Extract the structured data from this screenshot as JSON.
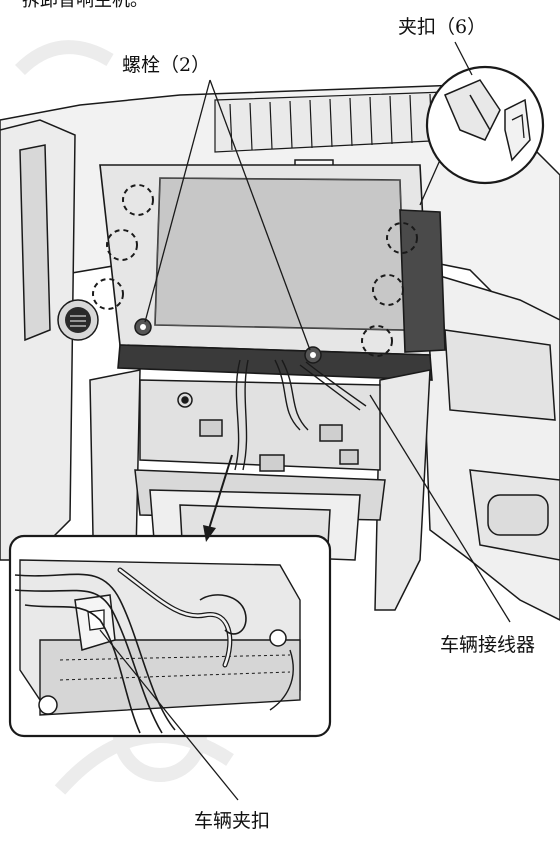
{
  "labels": {
    "top_partial": "拆卸音响主机。",
    "clips": "夹扣（6）",
    "bolts": "螺栓（2）",
    "connector": "车辆接线器",
    "vehicle_clip": "车辆夹扣"
  },
  "icons": {
    "screw": "screw-icon",
    "clip_marker": "dashed-circle-icon",
    "clip_detail": "clip-detail-icon",
    "start_button": "start-stop-button-icon",
    "eject": "eject-triangle-icon"
  },
  "colors": {
    "line": "#1a1a1a",
    "panel_fill": "#f4f4f4",
    "screen_fill": "#c9c9c9",
    "dark_fill": "#3a3a3a",
    "watermark": "#e9e9e9"
  }
}
